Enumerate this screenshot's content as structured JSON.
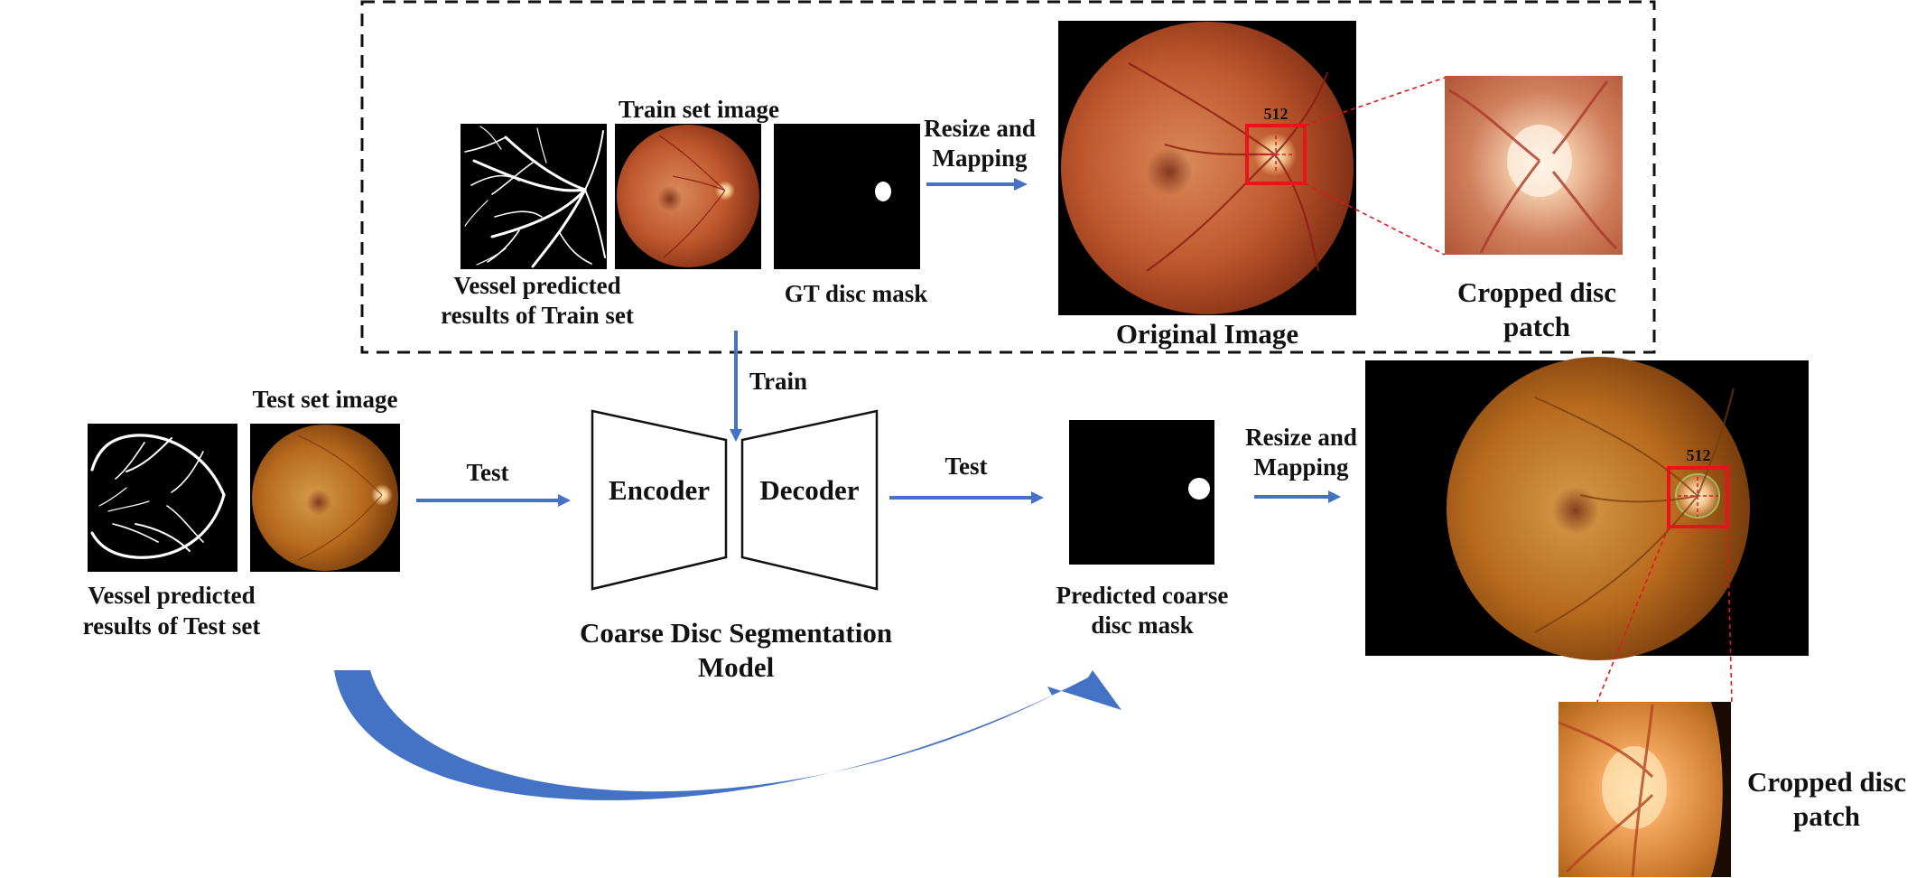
{
  "train_block": {
    "vessel_caption": [
      "Vessel predicted",
      "results of Train set"
    ],
    "image_caption": "Train set image",
    "gt_caption": "GT disc mask",
    "resize_label": [
      "Resize and",
      "Mapping"
    ],
    "original_caption": "Original Image",
    "crop_size": "512",
    "patch_caption": [
      "Cropped disc",
      "patch"
    ]
  },
  "train_label": "Train",
  "test_block": {
    "vessel_caption": [
      "Vessel predicted",
      "results of Test set"
    ],
    "image_caption": "Test set image",
    "test_label_1": "Test",
    "test_label_2": "Test",
    "predicted_caption": [
      "Predicted coarse",
      "disc mask"
    ],
    "resize_label": [
      "Resize and",
      "Mapping"
    ],
    "crop_size": "512",
    "patch_caption": [
      "Cropped disc",
      "patch"
    ]
  },
  "model": {
    "encoder": "Encoder",
    "decoder": "Decoder",
    "caption": [
      "Coarse Disc Segmentation",
      "Model"
    ]
  },
  "colors": {
    "arrow": "#4472C4",
    "crop_box": "#E8141B",
    "fundus_outer": "#7a2a12",
    "fundus_mid": "#c0582e",
    "fundus_light": "#d7764a",
    "test_fundus": "#b86a1e"
  }
}
